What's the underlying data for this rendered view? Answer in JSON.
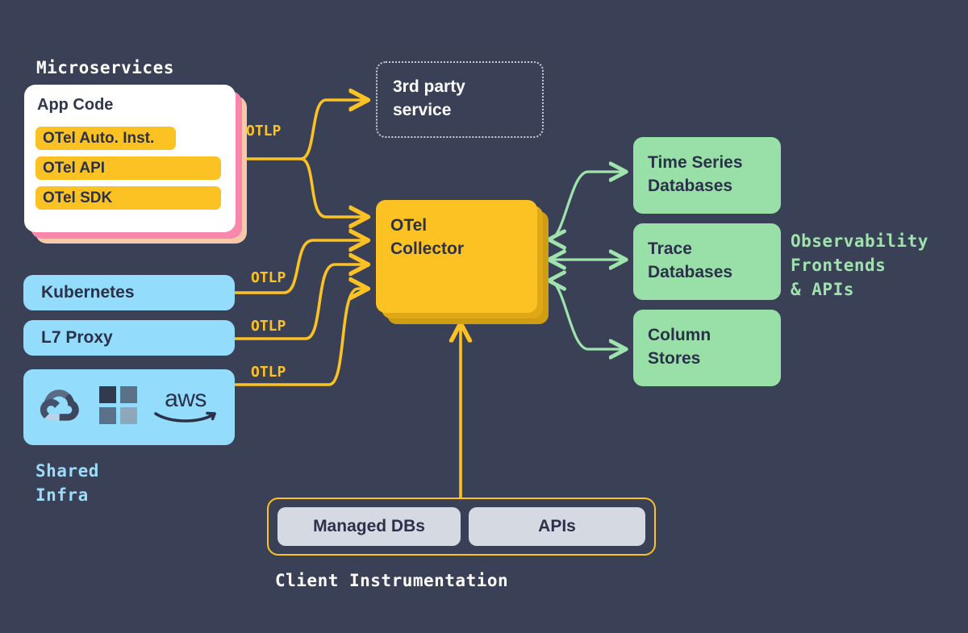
{
  "background_color": "#3a4156",
  "palette": {
    "yellow": "#fcc223",
    "green": "#99e0a8",
    "blue": "#93dcfb",
    "pink": "#f986ab",
    "peach": "#f7c9a8",
    "gray_chip": "#d5d9e2",
    "dark_text": "#2a3148",
    "white": "#ffffff"
  },
  "captions": {
    "microservices": "Microservices",
    "shared_infra": "Shared\nInfra",
    "client_instrumentation": "Client Instrumentation",
    "observability": "Observability\nFrontends\n& APIs"
  },
  "microservices_card": {
    "title": "App Code",
    "chips": [
      {
        "label": "OTel Auto. Inst."
      },
      {
        "label": "OTel API"
      },
      {
        "label": "OTel SDK"
      }
    ]
  },
  "third_party": {
    "label": "3rd party\nservice"
  },
  "collector": {
    "label": "OTel\nCollector"
  },
  "shared_infra": {
    "items": [
      {
        "label": "Kubernetes"
      },
      {
        "label": "L7 Proxy"
      }
    ],
    "cloud_logos": [
      {
        "name": "google-cloud-logo"
      },
      {
        "name": "microsoft-azure-logo"
      },
      {
        "name": "aws-logo",
        "label": "aws"
      }
    ]
  },
  "destinations": [
    {
      "label": "Time Series\nDatabases"
    },
    {
      "label": "Trace\nDatabases"
    },
    {
      "label": "Column\nStores"
    }
  ],
  "client_instrumentation": {
    "chips": [
      {
        "label": "Managed DBs"
      },
      {
        "label": "APIs"
      }
    ]
  },
  "wire_labels": {
    "otlp": "OTLP",
    "count": 4
  }
}
